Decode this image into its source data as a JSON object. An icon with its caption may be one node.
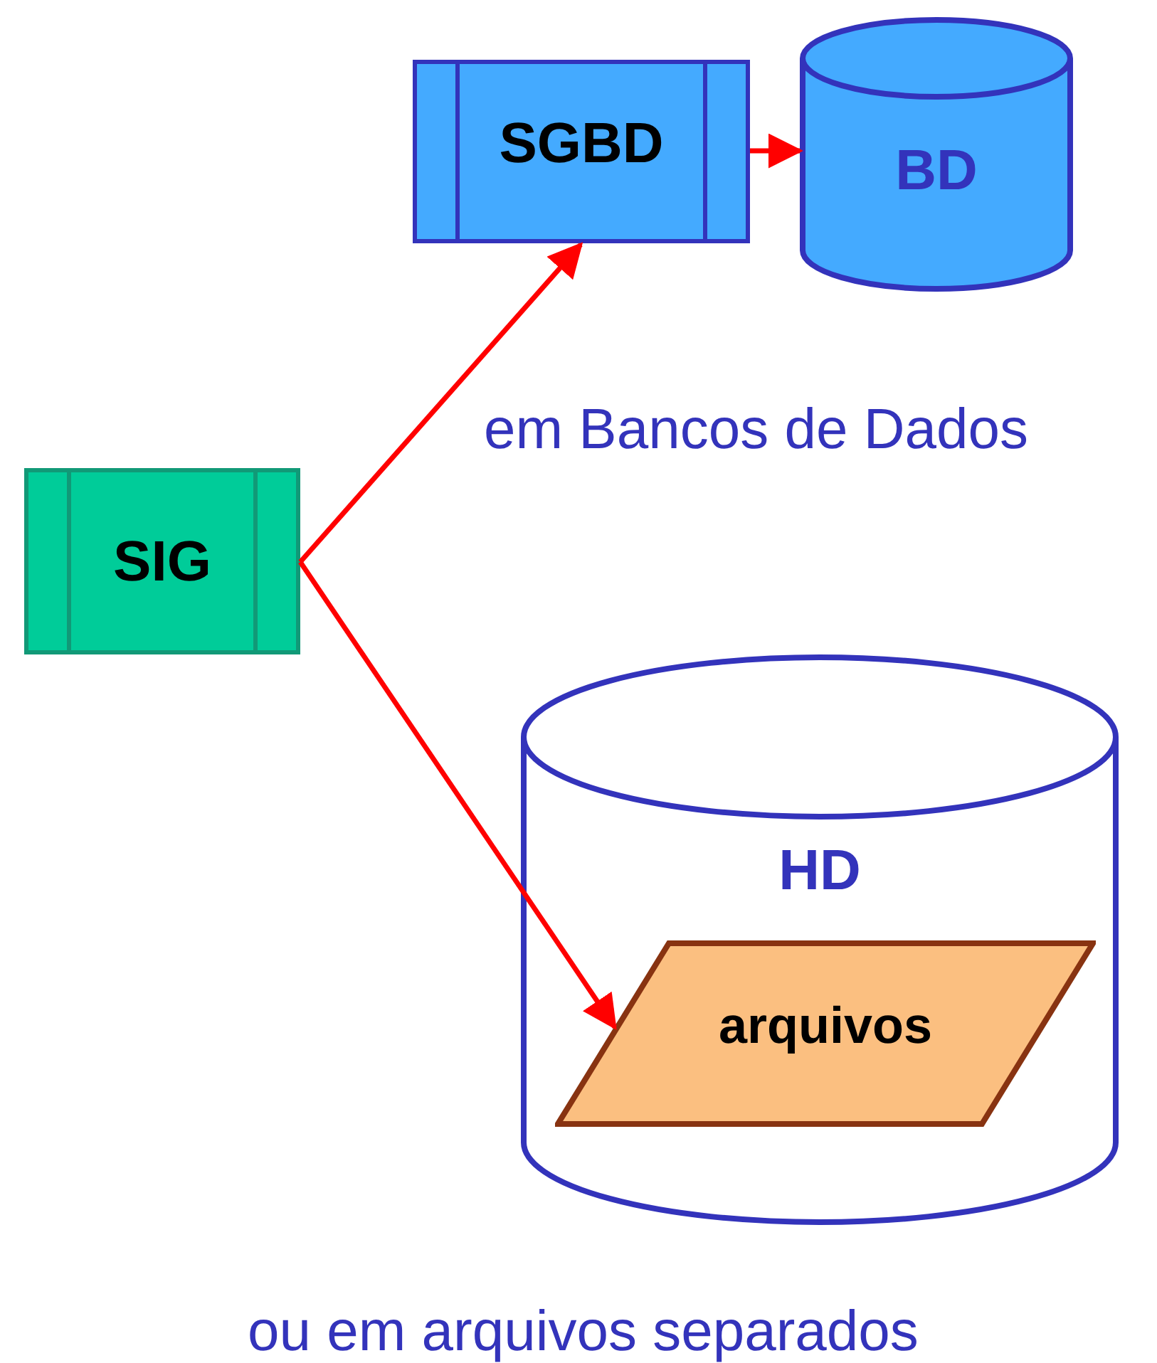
{
  "diagram": {
    "nodes": [
      {
        "text": [
          "SGBD"
        ]
      },
      {
        "text": [
          "BD"
        ]
      },
      {
        "text": [
          "SIG"
        ]
      },
      {
        "text": [
          "HD"
        ]
      },
      {
        "text": [
          "arquivos"
        ],
        "in": 3
      }
    ],
    "edges": [
      {
        "from": 0,
        "to": 1,
        "arrow": "to"
      },
      {
        "from": 2,
        "to": 0,
        "arrow": "to"
      },
      {
        "from": 2,
        "to": 4,
        "arrow": "to"
      }
    ],
    "labels": [
      "em Bancos de Dados",
      "ou em arquivos separados"
    ]
  }
}
